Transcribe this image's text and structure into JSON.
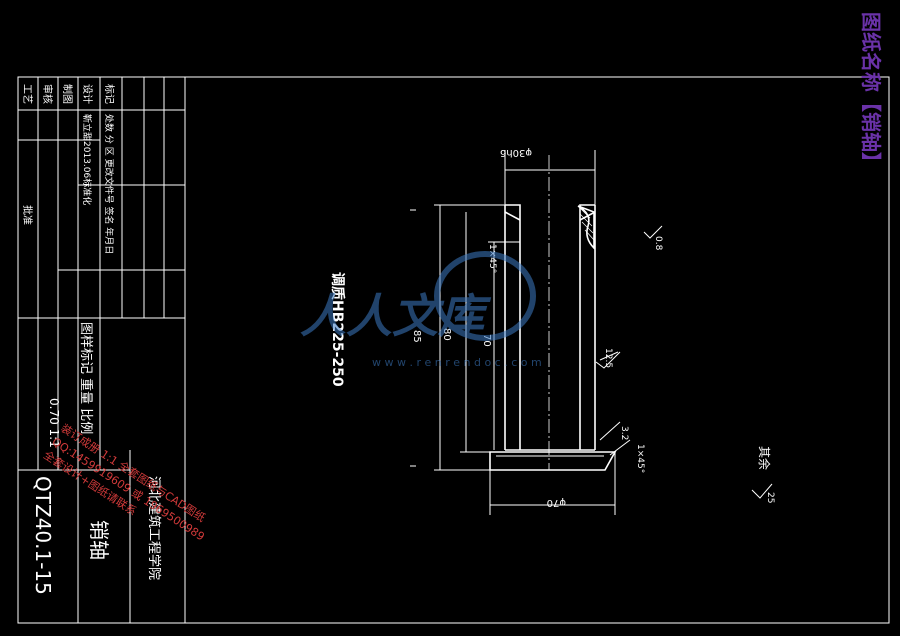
{
  "drawing_name_banner": "图纸名称【销轴】",
  "title_block": {
    "part_name": "销轴",
    "drawing_no": "QTZ40.1-15",
    "school": "河北建筑工程学院",
    "row_headers": [
      "标记",
      "设计",
      "制图",
      "审核",
      "工艺"
    ],
    "row_mark": "处数 分 区 更改文件号 签名 年月日",
    "row_design": "靳立甜2013.06标准化",
    "approve": "批准",
    "stage_label": "图样标记 重量 比例",
    "scale_value": "0.70 1:1"
  },
  "heat_treatment_note": "调质HB225-250",
  "watermark": {
    "brand": "人人文库",
    "url": "w w w . r e n r e n d o c . c o m"
  },
  "promo_text": {
    "line1": "装订成册 1:1 全套图纸与CAD图纸",
    "line2": "QQ:1459919609 或 1969500989",
    "line3": "全套设计+图纸请联系"
  },
  "dimensions": {
    "top_diameter": "φ30h6",
    "bottom_diameter": "φ70",
    "total_length": "85",
    "length_80": "80",
    "length_70": "70",
    "chamfer_top": "1×45°",
    "chamfer_bottom": "1×45°",
    "roughness_side": "12.5",
    "roughness_top": "0.8",
    "roughness_bottom": "3.2"
  },
  "other_roughness": {
    "label": "其余",
    "value": "25"
  }
}
